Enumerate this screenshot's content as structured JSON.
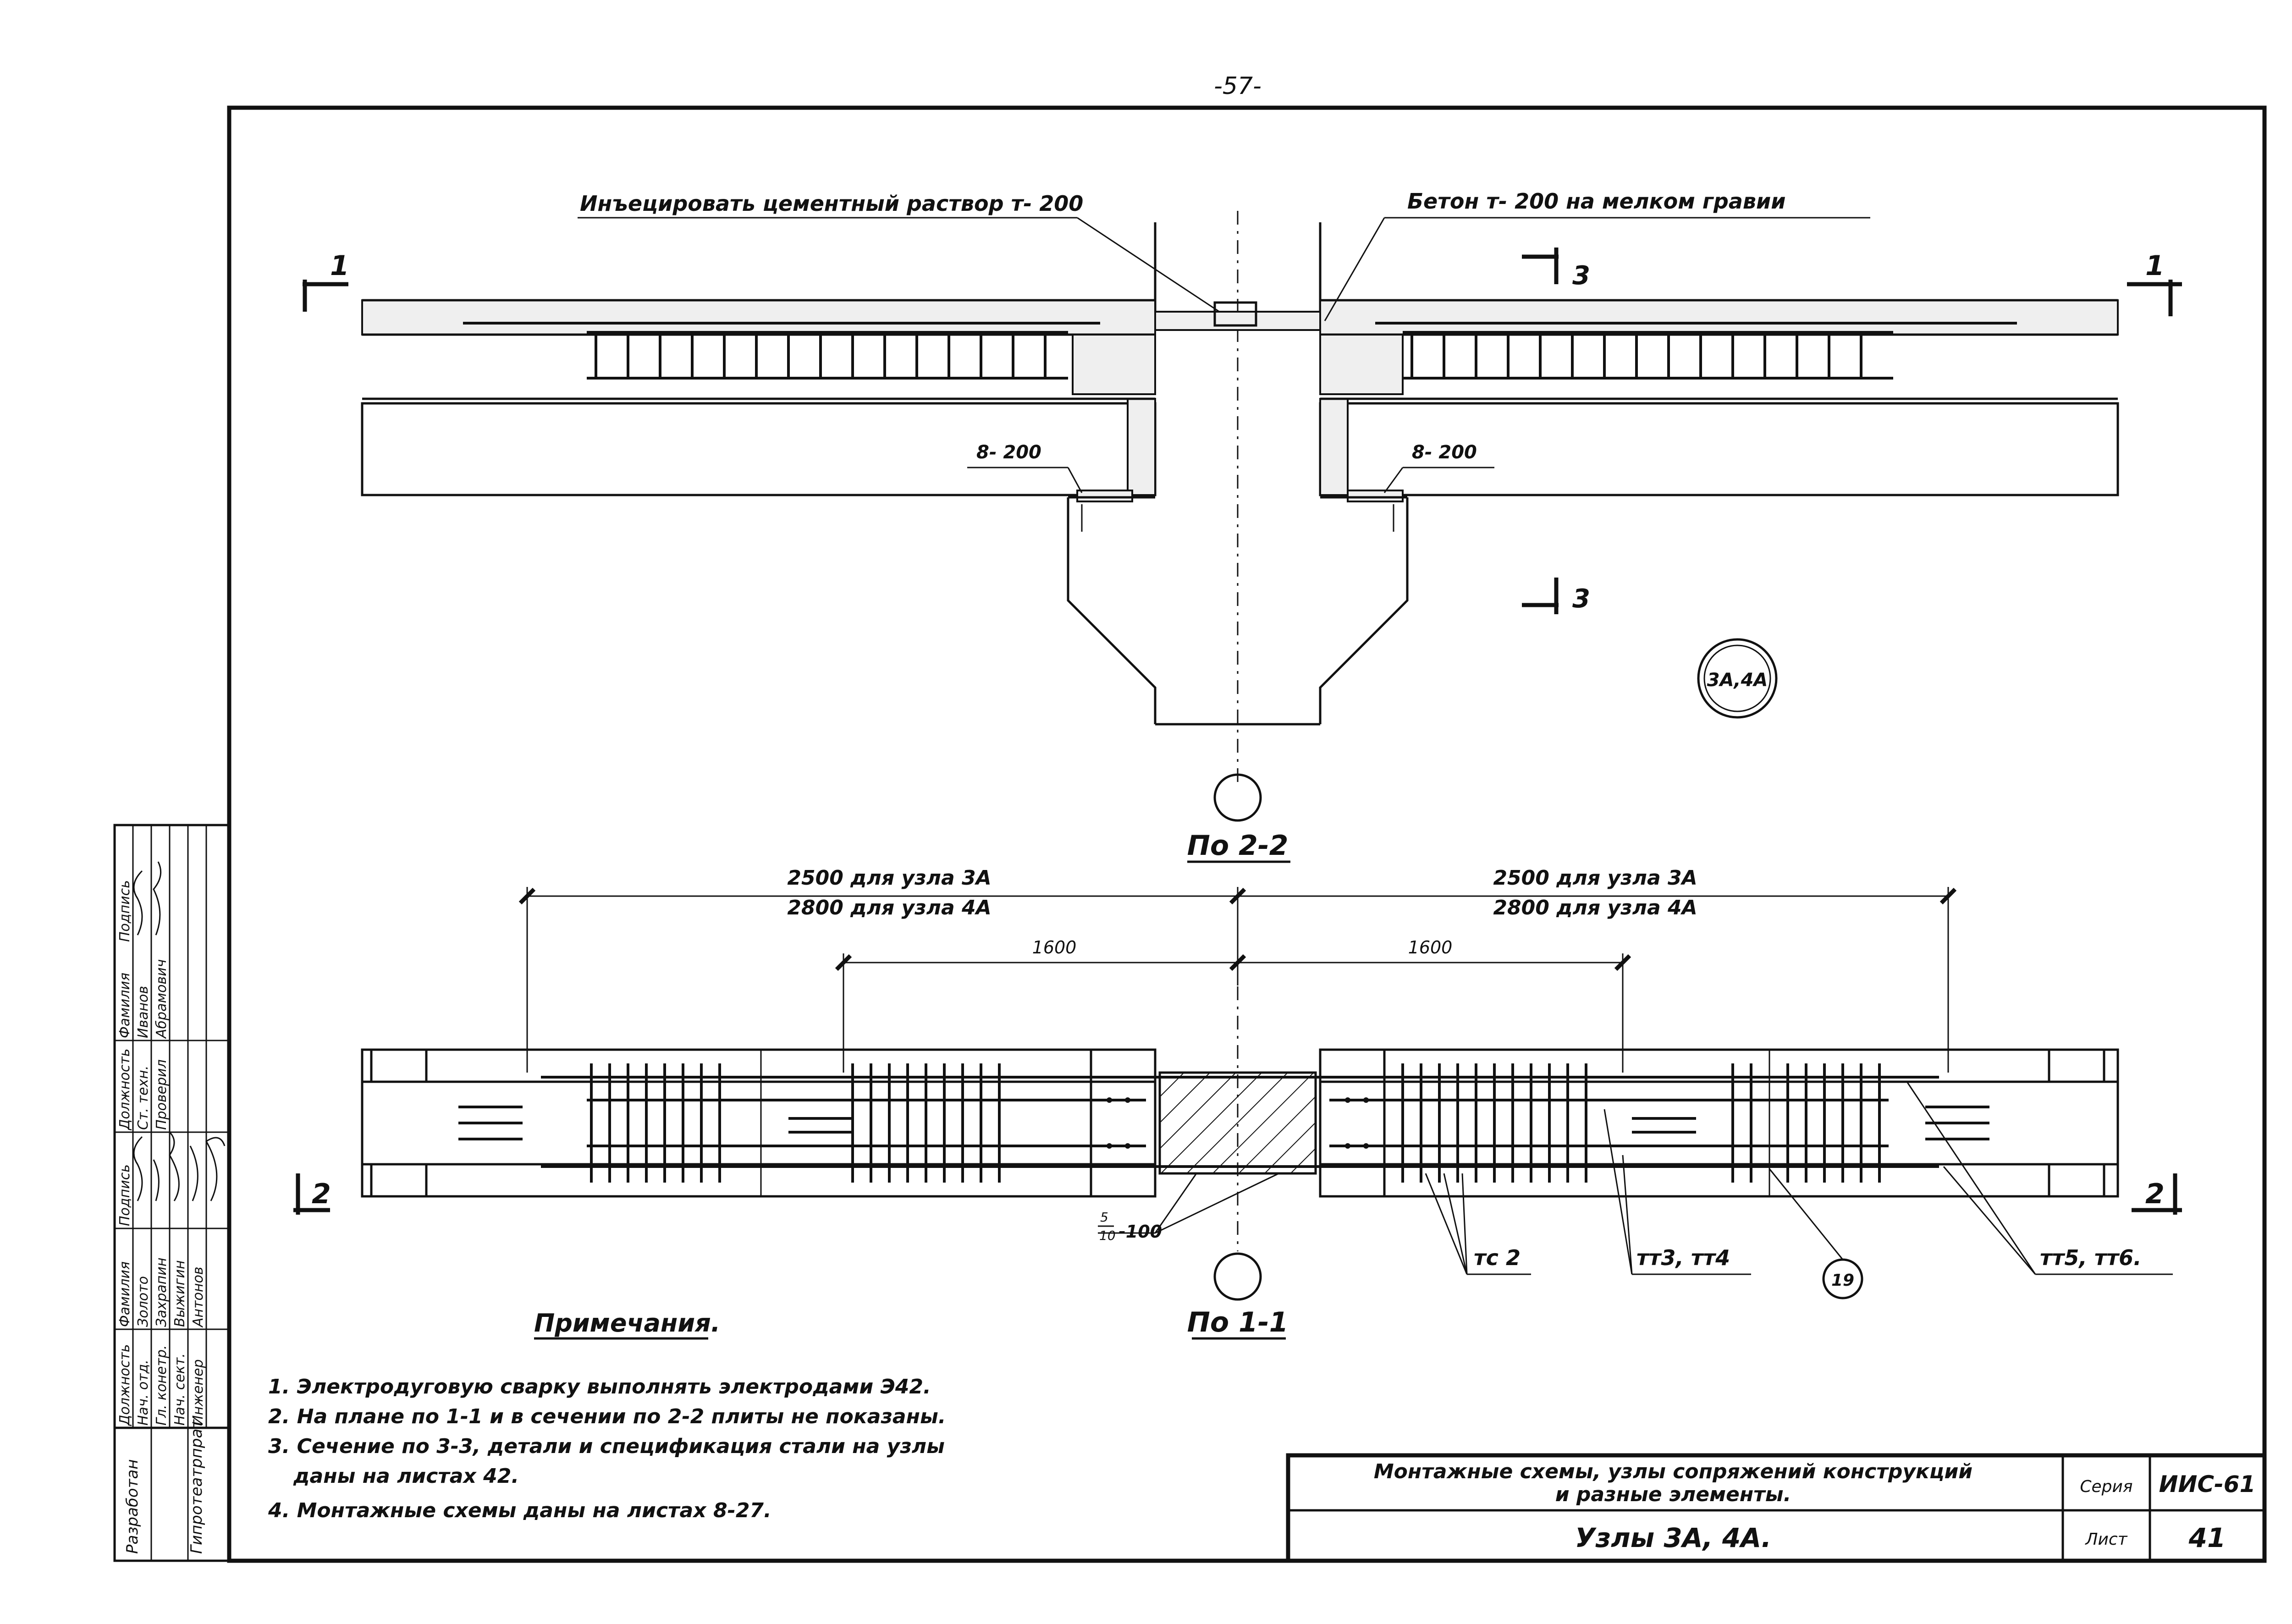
{
  "page_number": "-57-",
  "elevation": {
    "annot_left": "Инъецировать цементный раствор т- 200",
    "annot_right": "Бетон т- 200 на мелком гравии",
    "cut1_left": "1",
    "cut1_right": "1",
    "cut3_top": "3",
    "cut3_bottom": "3",
    "weld_left": "8- 200",
    "weld_right": "8- 200",
    "node_badge": "3А,4А",
    "caption": "По 2-2"
  },
  "plan": {
    "dim_left_line1": "2500 для узла 3А",
    "dim_left_line2": "2800 для узла 4А",
    "dim_right_line1": "2500 для узла 3А",
    "dim_right_line2": "2800 для узла 4А",
    "dim_inner_left": "1600",
    "dim_inner_right": "1600",
    "cut2_left": "2",
    "cut2_right": "2",
    "weld_num": "5",
    "weld_den": "10",
    "weld_len": "-100",
    "label_tc": "тс 2",
    "label_tm34": "тт3, тт4",
    "label_19": "19",
    "label_tm56": "тт5, тт6.",
    "caption": "По 1-1"
  },
  "notes": {
    "title": "Примечания.",
    "items": [
      "1. Электродуговую сварку выполнять электродами Э42.",
      "2. На плане по 1-1 и в сечении по 2-2 плиты не показаны.",
      "3. Сечение по 3-3, детали и спецификация стали на узлы",
      "даны на листах 42.",
      "4. Монтажные схемы даны на листах 8-27."
    ]
  },
  "stamp": {
    "org_developer": "Разработан",
    "org_institute": "Гипротеатрпрат",
    "header": [
      "Должность",
      "Фамилия",
      "Подпись",
      "Должность",
      "Фамилия",
      "Подпись"
    ],
    "rows": [
      [
        "Нач. отд.",
        "Золото",
        "",
        "Ст. техн.",
        "Иванов",
        ""
      ],
      [
        "Гл. конетр.",
        "Захрапин",
        "",
        "Проверил",
        "Абрамович",
        ""
      ],
      [
        "Нач. сект.",
        "Выжигин",
        "",
        "",
        "",
        ""
      ],
      [
        "Инженер",
        "Антонов",
        "",
        "",
        "",
        ""
      ]
    ]
  },
  "title_block": {
    "description_line1": "Монтажные схемы, узлы сопряжений конструкций",
    "description_line2": "и разные элементы.",
    "series_label": "Серия",
    "series_value": "ИИС-61",
    "drawing_title": "Узлы 3А, 4А.",
    "sheet_label": "Лист",
    "sheet_value": "41"
  }
}
